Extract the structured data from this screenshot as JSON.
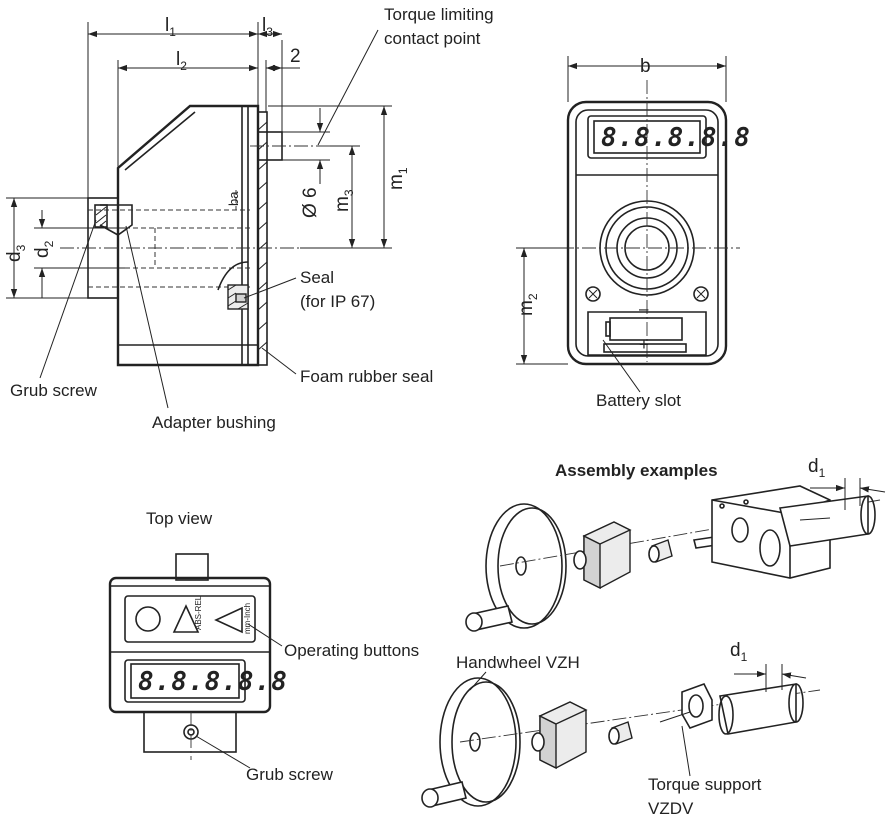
{
  "labels": {
    "torque_limiting": [
      "Torque limiting",
      "contact point"
    ],
    "seal": [
      "Seal",
      "(for IP 67)"
    ],
    "foam_rubber_seal": "Foam rubber seal",
    "grub_screw_side": "Grub screw",
    "adapter_bushing": "Adapter bushing",
    "battery_slot": "Battery slot",
    "assembly_examples": "Assembly examples",
    "top_view": "Top view",
    "operating_buttons": "Operating buttons",
    "grub_screw_top": "Grub screw",
    "handwheel": "Handwheel VZH",
    "torque_support": [
      "Torque support",
      "VZDV"
    ]
  },
  "dimensions": {
    "l1": {
      "base": "l",
      "sub": "1"
    },
    "l2": {
      "base": "l",
      "sub": "2"
    },
    "l3": {
      "base": "l",
      "sub": "3"
    },
    "two": "2",
    "phi6": "Ø 6",
    "m1": {
      "base": "m",
      "sub": "1"
    },
    "m2": {
      "base": "m",
      "sub": "2"
    },
    "m3": {
      "base": "m",
      "sub": "3"
    },
    "d1_top": {
      "base": "d",
      "sub": "1"
    },
    "d1_bottom": {
      "base": "d",
      "sub": "1"
    },
    "d2": {
      "base": "d",
      "sub": "2"
    },
    "d3": {
      "base": "d",
      "sub": "3"
    },
    "b": "b"
  },
  "displays": {
    "front": "8.8.8.8.8",
    "top": "8.8.8.8.8"
  },
  "buttons": {
    "abs_rel": "ABS-REL",
    "mm_inch": "mm-Inch"
  },
  "battery_symbols": {
    "minus": "–",
    "plus": "+"
  }
}
